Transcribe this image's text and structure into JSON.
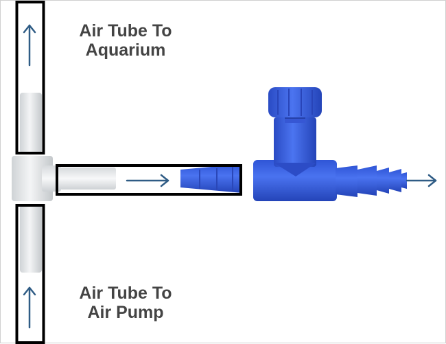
{
  "labels": {
    "top": {
      "line1": "Air Tube To",
      "line2": "Aquarium"
    },
    "bottom": {
      "line1": "Air Tube To",
      "line2": "Air Pump"
    }
  },
  "colors": {
    "arrow": "#2f5c85",
    "outline": "#000000",
    "valve_blue": "#3b63e6",
    "valve_blue_dark": "#2a4bc4",
    "tube_clear": "#e9ecef",
    "text": "#444444"
  },
  "icons": [
    "arrow-up-icon",
    "arrow-right-icon"
  ]
}
